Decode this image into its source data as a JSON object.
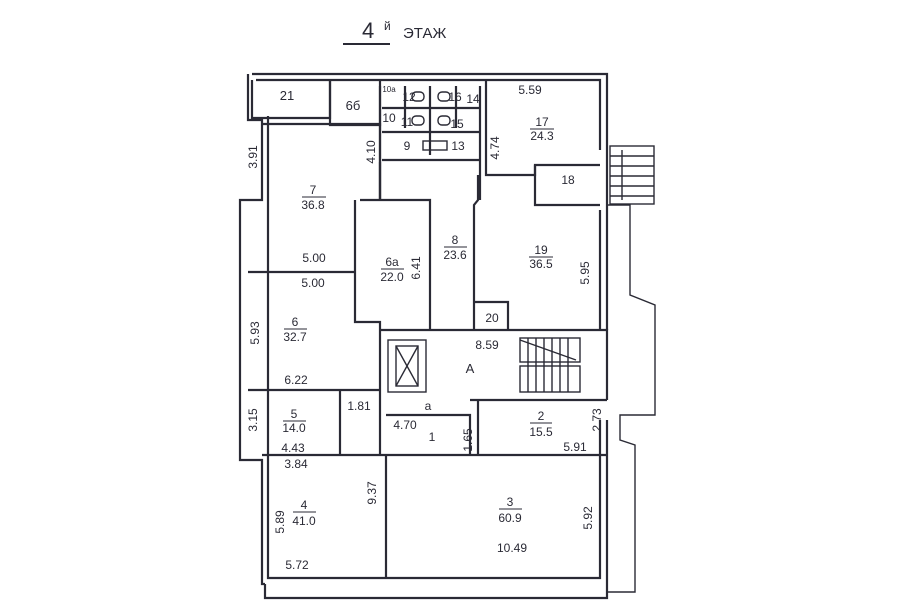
{
  "title": {
    "floor": "4",
    "suffix": "й",
    "label": "ЭТАЖ"
  },
  "rooms": [
    {
      "id": "21",
      "area": ""
    },
    {
      "id": "6б",
      "area": ""
    },
    {
      "id": "10a",
      "area": ""
    },
    {
      "id": "12",
      "area": ""
    },
    {
      "id": "16",
      "area": ""
    },
    {
      "id": "14",
      "area": ""
    },
    {
      "id": "10",
      "area": ""
    },
    {
      "id": "11",
      "area": ""
    },
    {
      "id": "15",
      "area": ""
    },
    {
      "id": "9",
      "area": ""
    },
    {
      "id": "13",
      "area": ""
    },
    {
      "id": "17",
      "area": "24.3"
    },
    {
      "id": "18",
      "area": ""
    },
    {
      "id": "7",
      "area": "36.8"
    },
    {
      "id": "6a",
      "area": "22.0"
    },
    {
      "id": "8",
      "area": "23.6"
    },
    {
      "id": "19",
      "area": "36.5"
    },
    {
      "id": "20",
      "area": ""
    },
    {
      "id": "6",
      "area": "32.7"
    },
    {
      "id": "A",
      "area": ""
    },
    {
      "id": "5",
      "area": "14.0"
    },
    {
      "id": "a",
      "area": ""
    },
    {
      "id": "1",
      "area": ""
    },
    {
      "id": "2",
      "area": "15.5"
    },
    {
      "id": "4",
      "area": "41.0"
    },
    {
      "id": "3",
      "area": "60.9"
    }
  ],
  "dimensions": [
    "5.59",
    "4.74",
    "3.91",
    "4.10",
    "5.00",
    "5.00",
    "6.41",
    "5.95",
    "5.93",
    "8.59",
    "6.22",
    "3.15",
    "1.81",
    "4.43",
    "4.70",
    "1.65",
    "5.91",
    "2.73",
    "3.84",
    "9.37",
    "5.89",
    "5.72",
    "5.92",
    "10.49"
  ]
}
